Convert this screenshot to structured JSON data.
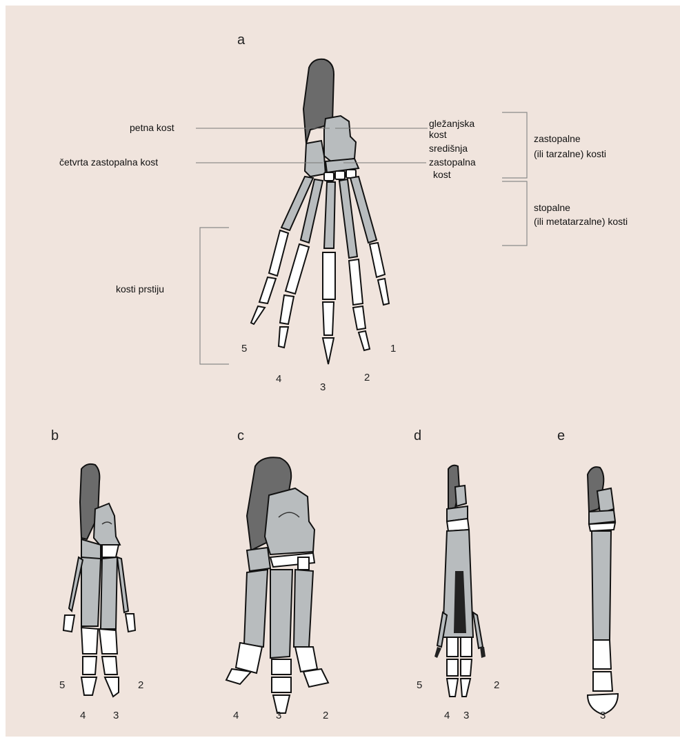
{
  "panels": {
    "a": "a",
    "b": "b",
    "c": "c",
    "d": "d",
    "e": "e"
  },
  "labels": {
    "petna": "petna kost",
    "cetvrta": "četvrta zastopalna kost",
    "glezanjska_1": "gležanjska",
    "glezanjska_2": "kost",
    "srediSnja_1": "središnja",
    "srediSnja_2": "zastopalna",
    "srediSnja_3": "kost",
    "zastopalne_1": "zastopalne",
    "zastopalne_2": "(ili tarzalne) kosti",
    "stopalne_1": "stopalne",
    "stopalne_2": "(ili metatarzalne) kosti",
    "prsti": "kosti prstiju"
  },
  "digits": {
    "a": [
      "5",
      "4",
      "3",
      "2",
      "1"
    ],
    "b": [
      "5",
      "4",
      "3",
      "2"
    ],
    "c": [
      "4",
      "3",
      "2"
    ],
    "d": [
      "5",
      "4",
      "3",
      "2"
    ],
    "e": [
      "3"
    ]
  },
  "colors": {
    "background": "#f0e4dd",
    "dark_bone": "#6b6b6b",
    "mid_bone": "#b8bcbe",
    "light_bone": "#ffffff"
  }
}
